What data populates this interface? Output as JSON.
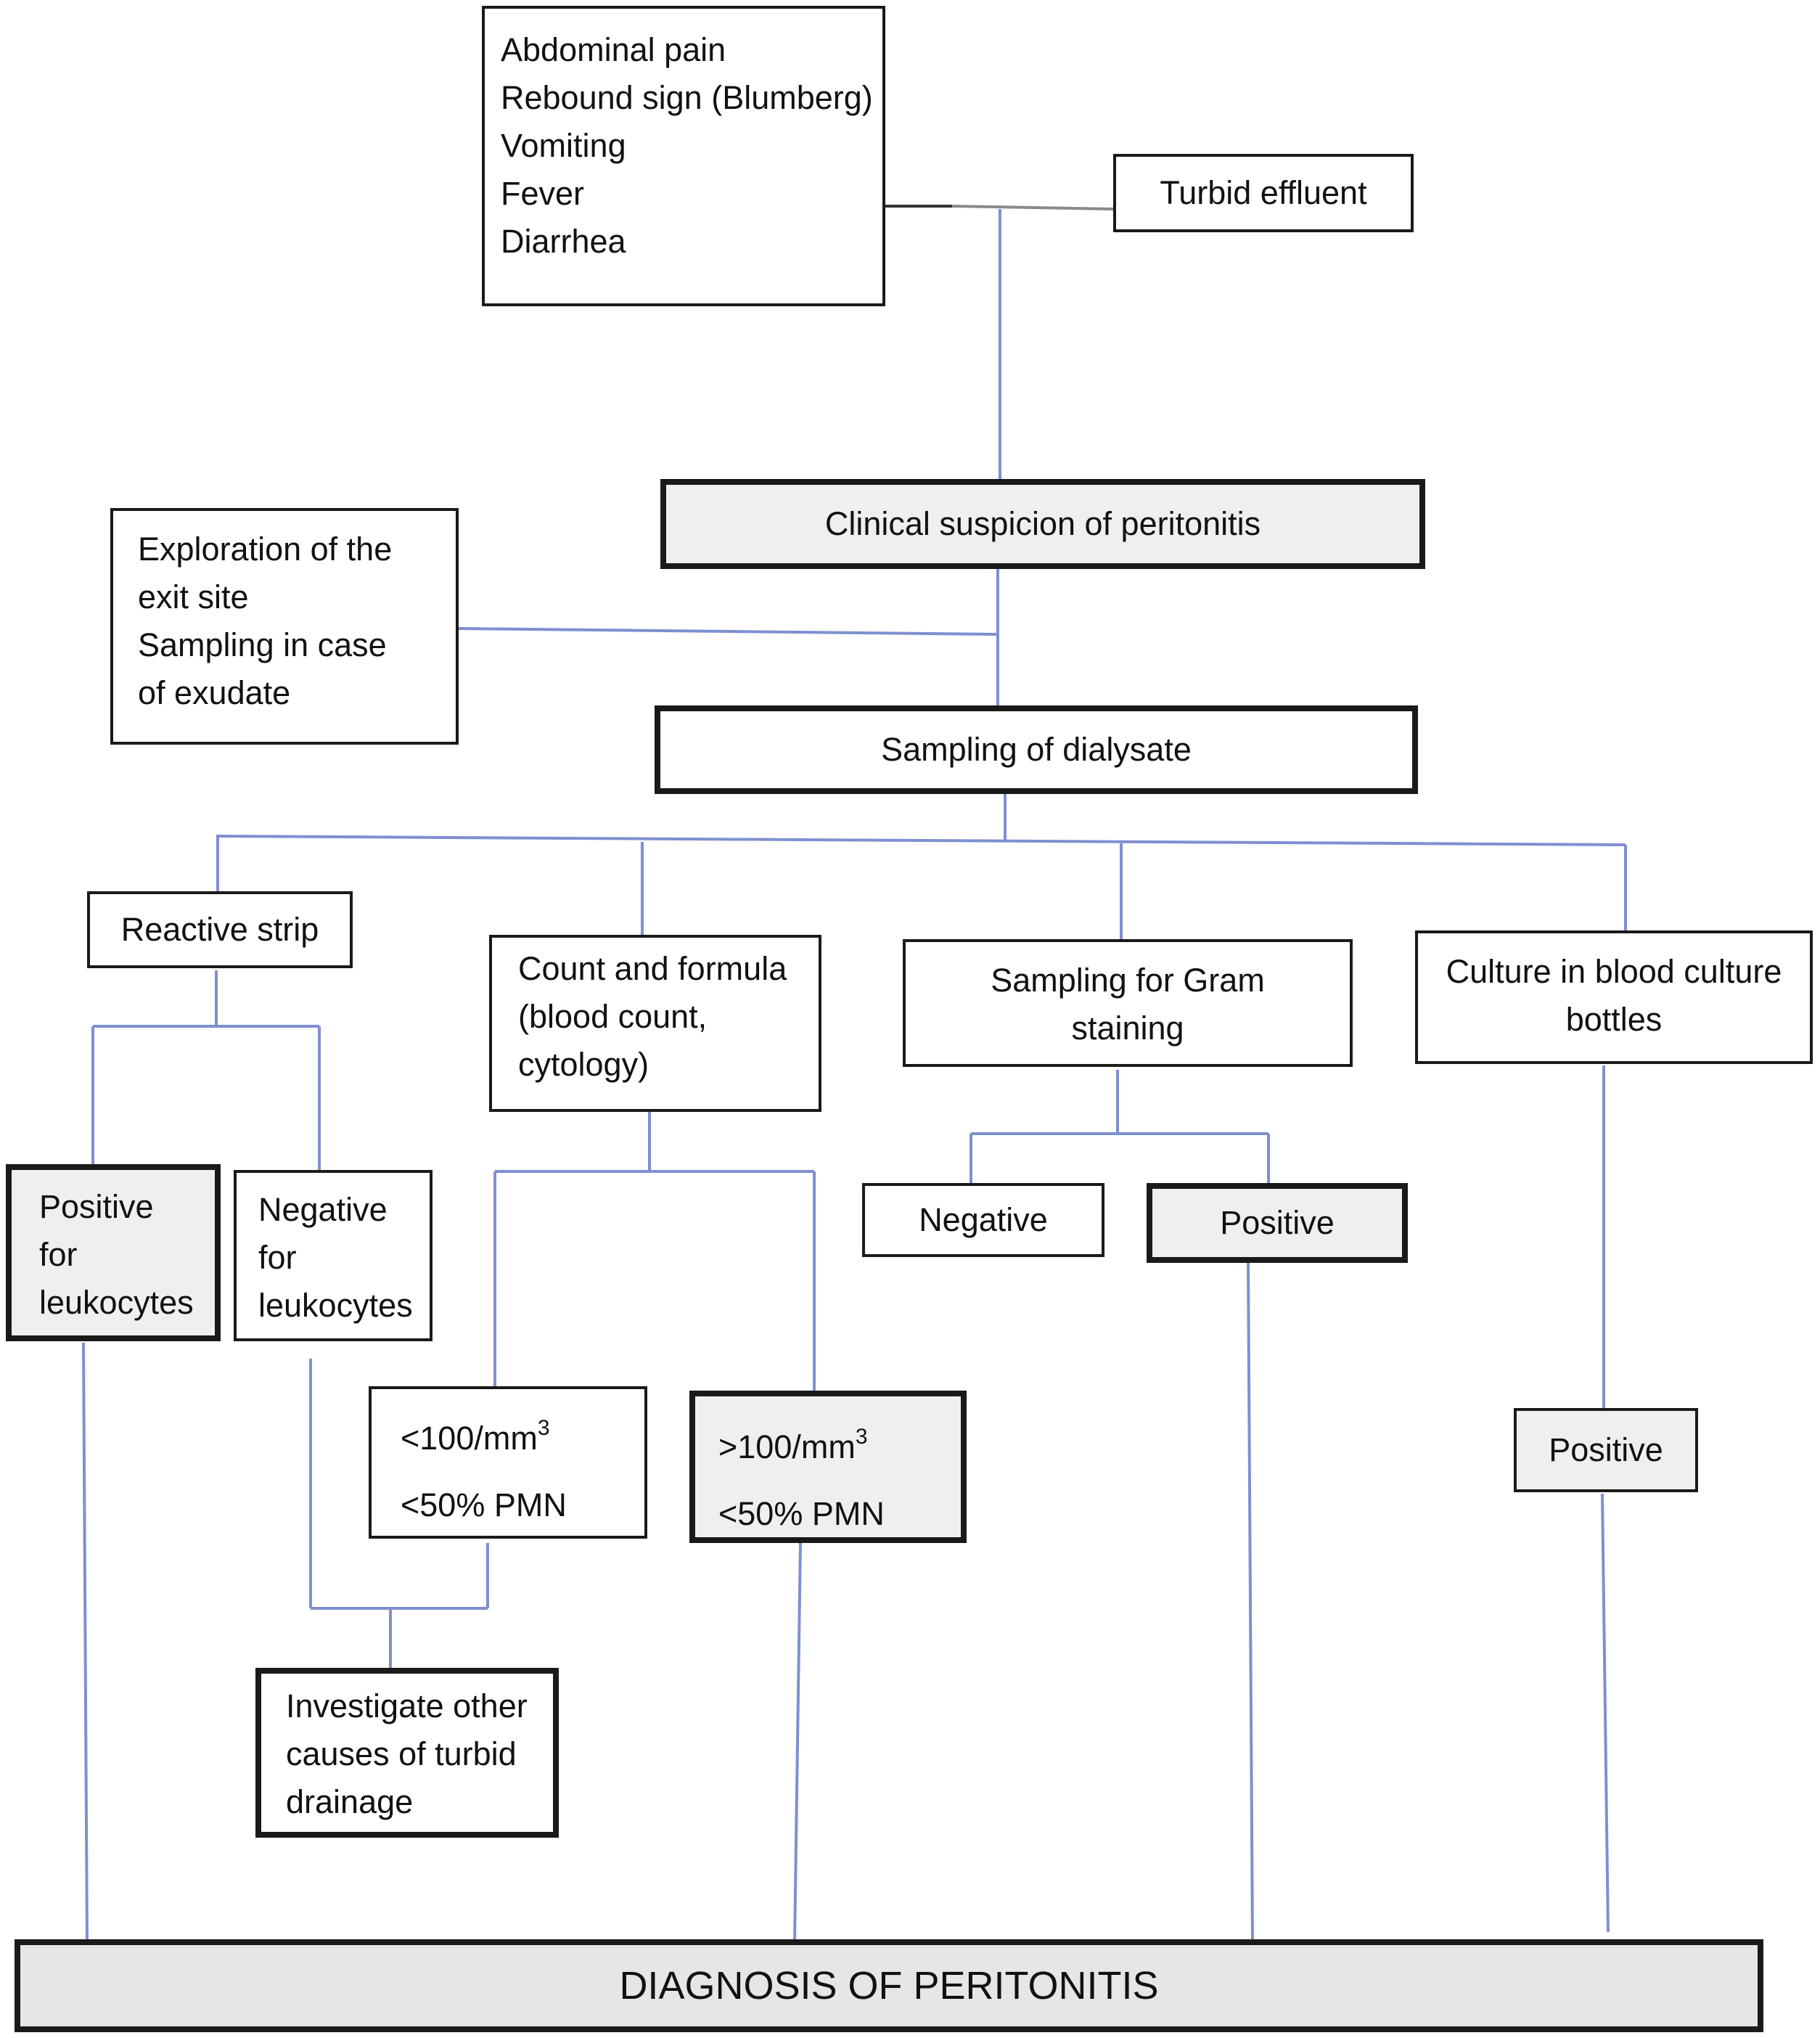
{
  "symptoms": [
    "Abdominal pain",
    "Rebound sign (Blumberg)",
    "Vomiting",
    "Fever",
    "Diarrhea"
  ],
  "turbid_effluent": "Turbid effluent",
  "clinical_suspicion": "Clinical suspicion of peritonitis",
  "exit_site": [
    "Exploration of the",
    "exit site",
    "Sampling in case",
    "of exudate"
  ],
  "sampling_dialysate": "Sampling of dialysate",
  "reactive_strip": {
    "title": "Reactive strip",
    "positive": [
      "Positive",
      "for",
      "leukocytes"
    ],
    "negative": [
      "Negative",
      "for",
      "leukocytes"
    ]
  },
  "count_formula": {
    "title": [
      "Count and formula",
      "(blood count,",
      "cytology)"
    ],
    "low": {
      "count": "<100/mm",
      "unit_sup": "3",
      "pmn": "<50% PMN"
    },
    "high": {
      "count": ">100/mm",
      "unit_sup": "3",
      "pmn": "<50% PMN"
    }
  },
  "gram": {
    "title": [
      "Sampling for Gram",
      "staining"
    ],
    "negative": "Negative",
    "positive": "Positive"
  },
  "culture": {
    "title": [
      "Culture in blood culture",
      "bottles"
    ],
    "positive": "Positive"
  },
  "investigate": [
    "Investigate other",
    "causes of turbid",
    "drainage"
  ],
  "diagnosis": "DIAGNOSIS OF PERITONITIS",
  "colors": {
    "connector_blue": "#7f8fd0",
    "connector_gray": "#8a8a8a",
    "box_shade": "#efefef",
    "border": "#1a1a1a"
  }
}
